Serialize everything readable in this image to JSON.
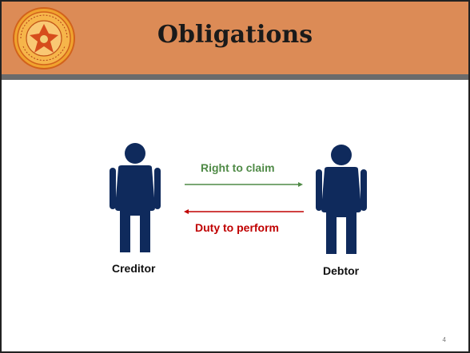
{
  "slide": {
    "title": "Obligations",
    "page_number": "4",
    "creditor_label": "Creditor",
    "debtor_label": "Debtor",
    "right_label": "Right to claim",
    "duty_label": "Duty to perform"
  },
  "logo": {
    "icon": "university-seal-icon"
  },
  "colors": {
    "header": "#dc8b56",
    "header_rule": "#6b6b6b",
    "person": "#0f2a5c",
    "right_arrow": "#4f8a46",
    "duty_arrow": "#c00000"
  }
}
